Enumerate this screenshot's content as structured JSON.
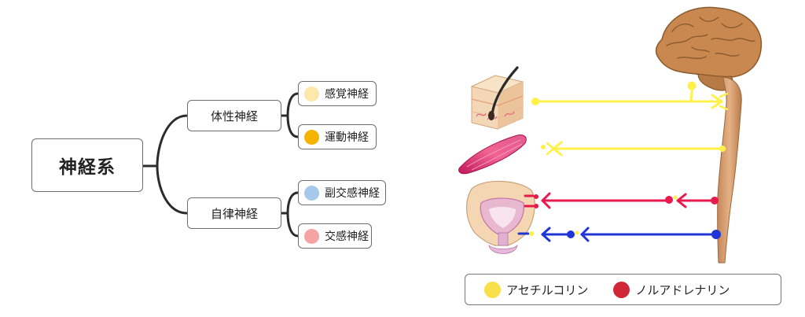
{
  "tree": {
    "root": "神経系",
    "somatic": {
      "label": "体性神経",
      "children": [
        {
          "label": "感覚神経",
          "color": "#FDE7A9"
        },
        {
          "label": "運動神経",
          "color": "#F4B400"
        }
      ]
    },
    "autonomic": {
      "label": "自律神経",
      "children": [
        {
          "label": "副交感神経",
          "color": "#A6C8EB"
        },
        {
          "label": "交感神経",
          "color": "#F6A3A3"
        }
      ]
    }
  },
  "colors": {
    "acetylcholine": "#FFF04A",
    "noradrenaline": "#E8194E",
    "parasympathetic": "#1F35D6",
    "brain": "#C8884F",
    "spinal_cord": "#D59A69"
  },
  "legend": [
    {
      "label": "アセチルコリン",
      "color": "#F8E04A"
    },
    {
      "label": "ノルアドレナリン",
      "color": "#D12636"
    }
  ]
}
